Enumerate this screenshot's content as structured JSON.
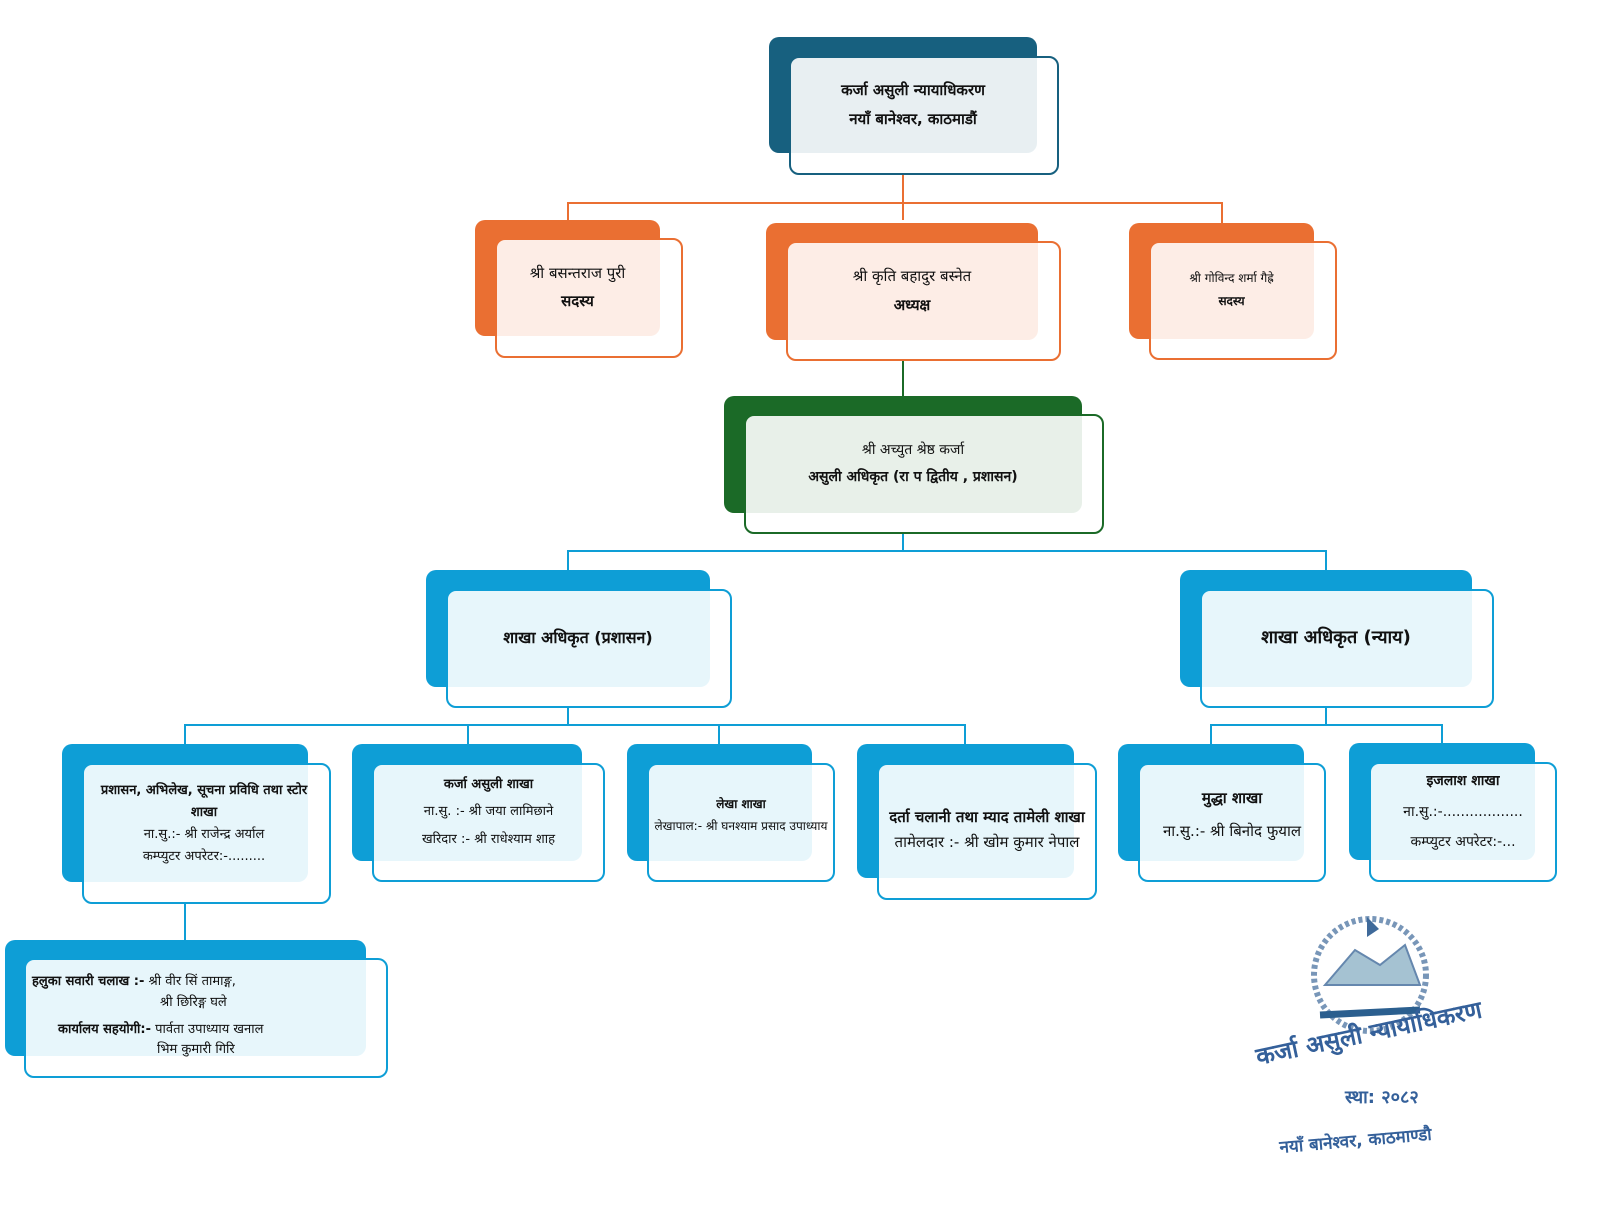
{
  "colors": {
    "top": "#17607f",
    "board": "#ea6f32",
    "officer": "#1b6a27",
    "branch": "#0e9ed6"
  },
  "top": {
    "line1": "कर्जा असुली न्यायाधिकरण",
    "line2": "नयाँ बानेश्वर, काठमाडौं"
  },
  "board": [
    {
      "name": "श्री बसन्तराज पुरी",
      "role": "सदस्य"
    },
    {
      "name": "श्री कृति बहादुर बस्नेत",
      "role": "अध्यक्ष"
    },
    {
      "name": "श्री गोविन्द शर्मा गैह्रे",
      "role": "सदस्य"
    }
  ],
  "officer": {
    "line1": "श्री अच्युत श्रेष्ठ कर्जा",
    "line2": "असुली अधिकृत (रा प द्वितीय , प्रशासन)"
  },
  "branches": {
    "admin": "शाखा अधिकृत (प्रशासन)",
    "justice": "शाखा अधिकृत (न्याय)"
  },
  "sections": [
    {
      "title": "प्रशासन, अभिलेख, सूचना प्रविधि तथा स्टोर शाखा",
      "lines": [
        "ना.सु.:- श्री राजेन्द्र अर्याल",
        "कम्प्युटर अपरेटर:-........."
      ]
    },
    {
      "title": "कर्जा असुली शाखा",
      "lines": [
        "ना.सु. :- श्री जया लामिछाने",
        "खरिदार :- श्री राधेश्याम शाह"
      ]
    },
    {
      "title": "लेखा शाखा",
      "lines": [
        "लेखापाल:- श्री घनश्याम प्रसाद उपाध्याय"
      ]
    },
    {
      "title": "दर्ता चलानी तथा म्याद तामेली शाखा",
      "lines": [
        "तामेलदार :- श्री खोम कुमार नेपाल"
      ]
    },
    {
      "title": "मुद्धा शाखा",
      "lines": [
        "ना.सु.:- श्री बिनोद फुयाल"
      ]
    },
    {
      "title": "इजलाश शाखा",
      "lines": [
        "ना.सु.:-..................",
        "कम्प्युटर अपरेटर:-..."
      ]
    }
  ],
  "support": {
    "driver_label": "हलुका सवारी चलाख :-",
    "driver1": "श्री वीर सिं तामाङ्ग,",
    "driver2": "श्री छिरिङ्ग घले",
    "helper_label": "कार्यालय सहयोगी:-",
    "helper1": "पार्वता उपाध्याय खनाल",
    "helper2": "भिम कुमारी गिरि"
  },
  "stamp": {
    "text": "कर्जा असुली न्यायाधिकरण",
    "est": "स्था: २०८२",
    "place": "नयाँ बानेश्वर, काठमाण्डौ"
  }
}
